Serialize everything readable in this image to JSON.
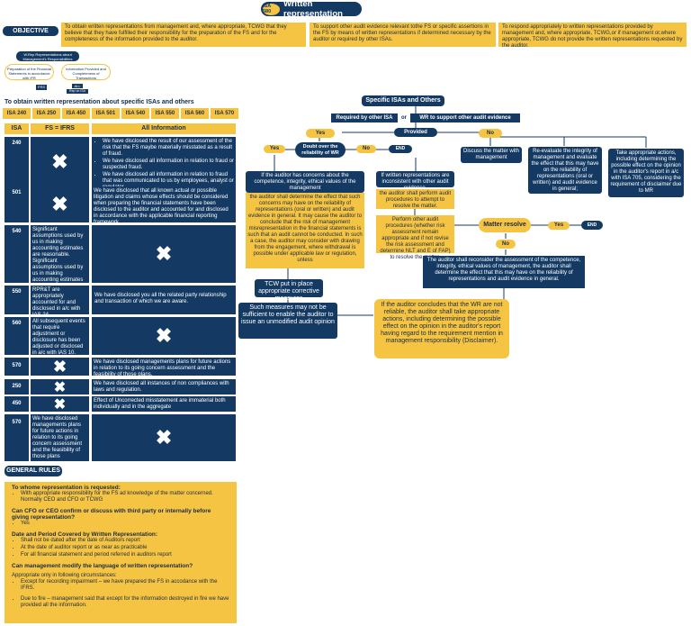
{
  "header": {
    "badge": "ISA 580",
    "title": "Written representation"
  },
  "objective": {
    "label": "OBJECTIVE",
    "boxes": [
      "To obtain written representations from management and, where appropriate, TCWG that they believe that they have fulfilled their responsibility for the preparation of the FS and for the completeness of the information provided to the auditor.",
      "To support other audit evidence relevant tothe FS or specific assertions in the FS by means of written representations if determined necessary by the auditor or required by other ISAs.",
      "To respond appropriately to written representations provided by management and, where appropriate, TCWG,or if management or,where appropriate, TCWG do not provide the written representations requested by the auditor."
    ]
  },
  "mini": {
    "top": "W.Rep Representations about Management's Responsibilities",
    "left": "Preparation of the Financial Statements in accordance with IFR",
    "right": "Information Provided and Completeness of Transactions",
    "tag_left": "FRS",
    "tag_right": "ALL",
    "tag_right2": "Rep on ISA"
  },
  "specific": {
    "heading": "To obtain written representation about specific ISAs and others",
    "tabs": [
      "ISA 240",
      "ISA 250",
      "ISA 450",
      "ISA 501",
      "ISA 540",
      "ISA 550",
      "ISA 560",
      "ISA 570"
    ]
  },
  "table": {
    "headers": [
      "ISA",
      "FS = IFRS",
      "All Information"
    ],
    "cross": "✖",
    "r240": {
      "isa": "240",
      "items": [
        "We have disclosed the result of our assessment of the risk that the FS maybe materially misstated as a result of fraud.",
        "We have disclosed all information in relation to fraud or suspected fraud.",
        "We have disclosed all information in relation to fraud that was communicated to us by employees, analyst or regulator."
      ]
    },
    "r501": {
      "isa": "501",
      "info": "We have disclosed that all known actual or possible litigation and claims whose effects should be considered when preparing the financial statements have been disclosed to the auditor and accounted for and disclosed in accordance with the applicable financial reporting framework."
    },
    "r540": {
      "isa": "540",
      "fs": "Significant assumptions used by us in making accounting estimates are reasonable. Significant assumptions used by us in making accounting estimates are reasonable."
    },
    "r550": {
      "isa": "550",
      "fs": "RPR&T are appropriately accounted for and disclosed in a/c with IAS 24.",
      "info": "We have disclosed you all the related party relationship and transaction of which we are aware."
    },
    "r560": {
      "isa": "560",
      "fs": "All subsequent events that require adjustment or disclosure has been adjusted or disclosed in a/c with IAS 10."
    },
    "r570": {
      "isa": "570",
      "info": "We have disclosed managements plans for future actions in relation to its going concern assessment and the feasibility of those plans."
    },
    "r250": {
      "isa": "250",
      "info": "We have disclosed all instances of non compliances with laws and regulation."
    },
    "r450": {
      "isa": "450",
      "info": "Effect of Uncorrected misstatement are immaterial both individually and in the aggregate"
    },
    "r570b": {
      "isa": "570",
      "fs": "We have disclosed managements plans for future actions in relation to its going concern assessment and the feasibility of those plans"
    }
  },
  "general": {
    "label": "GENERAL RULES",
    "q1": "To whome representation is requested:",
    "q1_items": [
      "With appropriate responsibility for the FS ad knowledge of the matter concerned. Normally CEO and CFO or TCWG"
    ],
    "q2": "Can CFO or CEO confirm or discuss with third party or internally before giving representation?",
    "q2_items": [
      "Yes"
    ],
    "q3": "Date and Period Covered by Written Representation:",
    "q3_items": [
      "Shall not be dated after the date of Auditors report",
      "At the date of auditor report or as near as practicable",
      "For all financial statement and period referred in auditors report"
    ],
    "q4": "Can management modify the language of written representation?",
    "q4_text": "Appropriate only in following circumstances:",
    "q4_items": [
      "Except for recording impairment – we have prepared the FS in accodance with the IFRS.",
      "Due to fire – management said that except for the information destroyed in fire we have provided all the information."
    ]
  },
  "flow": {
    "title": "Specific ISAs and Others",
    "required": "Required by other ISA",
    "or": "or",
    "support": "WR to support other audit evidence",
    "provided": "Provided",
    "yes": "Yes",
    "no": "No",
    "end": "END",
    "doubt": "Doubt over the reliability of WR",
    "concerns": "If the auditor has concerns about the competence, integrity, ethical values of the management",
    "concerns_detail": "the auditor shall determine the effect that such concerns may have on the reliability of representations (oral or written) and audit evidence in general. It may cause the auditor to conclude that the risk of management misrepresentation in the financial statements is such that an audit cannot be conducted. In such a case, the auditor may consider with drawing from the engagement, where withdrawal is possible under applicable law or regulation, unless",
    "tcw": "TCW put in place appropriate corrective measures",
    "measures": "Such measures may not be sufficient to enable the auditor to issue an unmodified audit opinion",
    "inconsistent": "If written representations are inconsistent with other audit evidence,",
    "procedures": "the auditor shall perform audit procedures to attempt to resolve the matter.",
    "perform_other": "Perform other audit procedures (whether risk assessment remain appropriate and if not revise the risk assessment and determine NLT and E of FAP) to resolve the matter.",
    "matter_resolve": "Matter resolve",
    "reconsider": "The auditor shall reconsider the assessment of the competence, integrity, ethical values of management, the auditor shall determine the effect that this may have on the reliability of representations and audit evidence in general.",
    "conclude": "If the auditor concludes that the WR are not reliable, the auditor shall take appropriate actions, including determining the possible effect on the opinion in the auditor's report having regard to the requirement mention in management responsibility (Disclaimer).",
    "discuss": "Discuss the matter with management",
    "reevaluate": "Re-evaluate the integrity of management and evaluate the effect that this may have on the reliability of representations (oral or written) and audit evidence in general;",
    "take_actions": "Take appropriate actions, including determining the possible effect on the opinion in the auditor's report in a/c with ISA 705, considering the requirement of disclaimer due to MR"
  }
}
